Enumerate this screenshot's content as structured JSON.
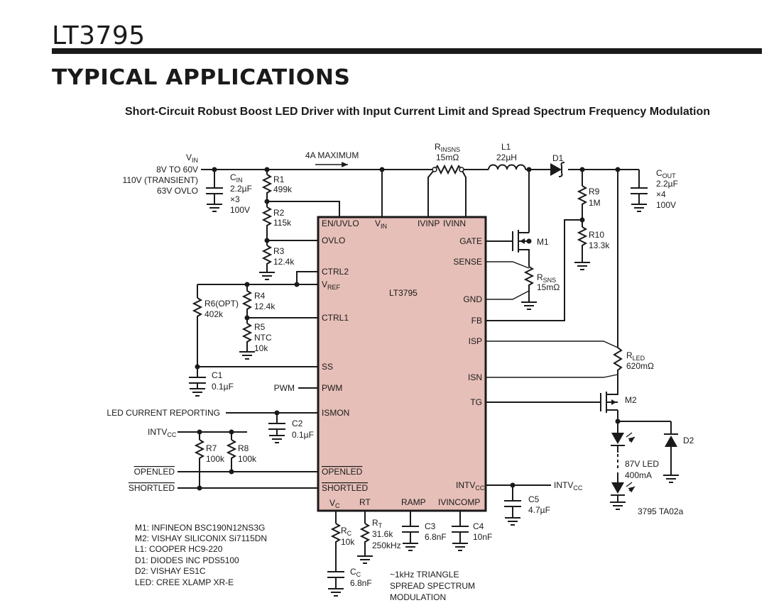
{
  "header": {
    "part_number": "LT3795",
    "section_title": "TYPICAL APPLICATIONS",
    "figure_title": "Short-Circuit Robust Boost LED Driver with Input Current Limit and Spread Spectrum Frequency Modulation"
  },
  "ic": {
    "name": "LT3795",
    "pins": {
      "en_uvlo": "EN/UVLO",
      "vin_sub": "IN",
      "vin_main": "V",
      "ivinp": "IVINP",
      "ivinn": "IVINN",
      "ovlo": "OVLO",
      "ctrl2": "CTRL2",
      "vref_main": "V",
      "vref_sub": "REF",
      "ctrl1": "CTRL1",
      "ss": "SS",
      "pwm": "PWM",
      "ismon": "ISMON",
      "openled": "OPENLED",
      "shortled": "SHORTLED",
      "vc_main": "V",
      "vc_sub": "C",
      "rt": "RT",
      "ramp": "RAMP",
      "ivincomp": "IVINCOMP",
      "gate": "GATE",
      "sense": "SENSE",
      "gnd": "GND",
      "fb": "FB",
      "isp": "ISP",
      "isn": "ISN",
      "tg": "TG",
      "intvcc_main": "INTV",
      "intvcc_sub": "CC"
    }
  },
  "input": {
    "vin_main": "V",
    "vin_sub": "IN",
    "range": "8V TO 60V",
    "transient": "110V (TRANSIENT)",
    "ovlo": "63V OVLO",
    "current_note": "4A MAXIMUM"
  },
  "components": {
    "cin": {
      "name_main": "C",
      "name_sub": "IN",
      "value": "2.2µF",
      "qty": "×3",
      "rating": "100V"
    },
    "r1": {
      "name": "R1",
      "value": "499k"
    },
    "r2": {
      "name": "R2",
      "value": "115k"
    },
    "r3": {
      "name": "R3",
      "value": "12.4k"
    },
    "r4": {
      "name": "R4",
      "value": "12.4k"
    },
    "r5": {
      "name": "R5",
      "value": "NTC",
      "value2": "10k"
    },
    "r6": {
      "name": "R6(OPT)",
      "value": "402k"
    },
    "r7": {
      "name": "R7",
      "value": "100k"
    },
    "r8": {
      "name": "R8",
      "value": "100k"
    },
    "r9": {
      "name": "R9",
      "value": "1M"
    },
    "r10": {
      "name": "R10",
      "value": "13.3k"
    },
    "rinsns": {
      "name_main": "R",
      "name_sub": "INSNS",
      "value": "15mΩ"
    },
    "l1": {
      "name": "L1",
      "value": "22µH"
    },
    "d1": {
      "name": "D1"
    },
    "d2": {
      "name": "D2"
    },
    "cout": {
      "name_main": "C",
      "name_sub": "OUT",
      "value": "2.2µF",
      "qty": "×4",
      "rating": "100V"
    },
    "m1": {
      "name": "M1"
    },
    "m2": {
      "name": "M2"
    },
    "rsns": {
      "name_main": "R",
      "name_sub": "SNS",
      "value": "15mΩ"
    },
    "rled": {
      "name_main": "R",
      "name_sub": "LED",
      "value": "620mΩ"
    },
    "c1": {
      "name": "C1",
      "value": "0.1µF"
    },
    "c2": {
      "name": "C2",
      "value": "0.1µF"
    },
    "c3": {
      "name": "C3",
      "value": "6.8nF"
    },
    "c4": {
      "name": "C4",
      "value": "10nF"
    },
    "c5": {
      "name": "C5",
      "value": "4.7µF"
    },
    "rc": {
      "name_main": "R",
      "name_sub": "C",
      "value": "10k"
    },
    "cc": {
      "name_main": "C",
      "name_sub": "C",
      "value": "6.8nF"
    },
    "rt": {
      "name_main": "R",
      "name_sub": "T",
      "value": "31.6k",
      "value2": "250kHz"
    }
  },
  "signals": {
    "pwm": "PWM",
    "led_current_reporting": "LED CURRENT REPORTING",
    "intvcc_main": "INTV",
    "intvcc_sub": "CC",
    "openled": "OPENLED",
    "shortled": "SHORTLED"
  },
  "led": {
    "voltage": "87V LED",
    "current": "400mA"
  },
  "notes": {
    "ramp_note": [
      "~1kHz TRIANGLE",
      "SPREAD SPECTRUM",
      "MODULATION"
    ],
    "figure_id": "3795 TA02a",
    "bom": [
      "M1: INFINEON BSC190N12NS3G",
      "M2: VISHAY SILICONIX Si7115DN",
      "L1: COOPER HC9-220",
      "D1: DIODES INC PDS5100",
      "D2: VISHAY ES1C",
      "LED: CREE XLAMP XR-E"
    ]
  },
  "colors": {
    "ic_fill": "#e6bfb8",
    "ink": "#1a1a1a"
  }
}
